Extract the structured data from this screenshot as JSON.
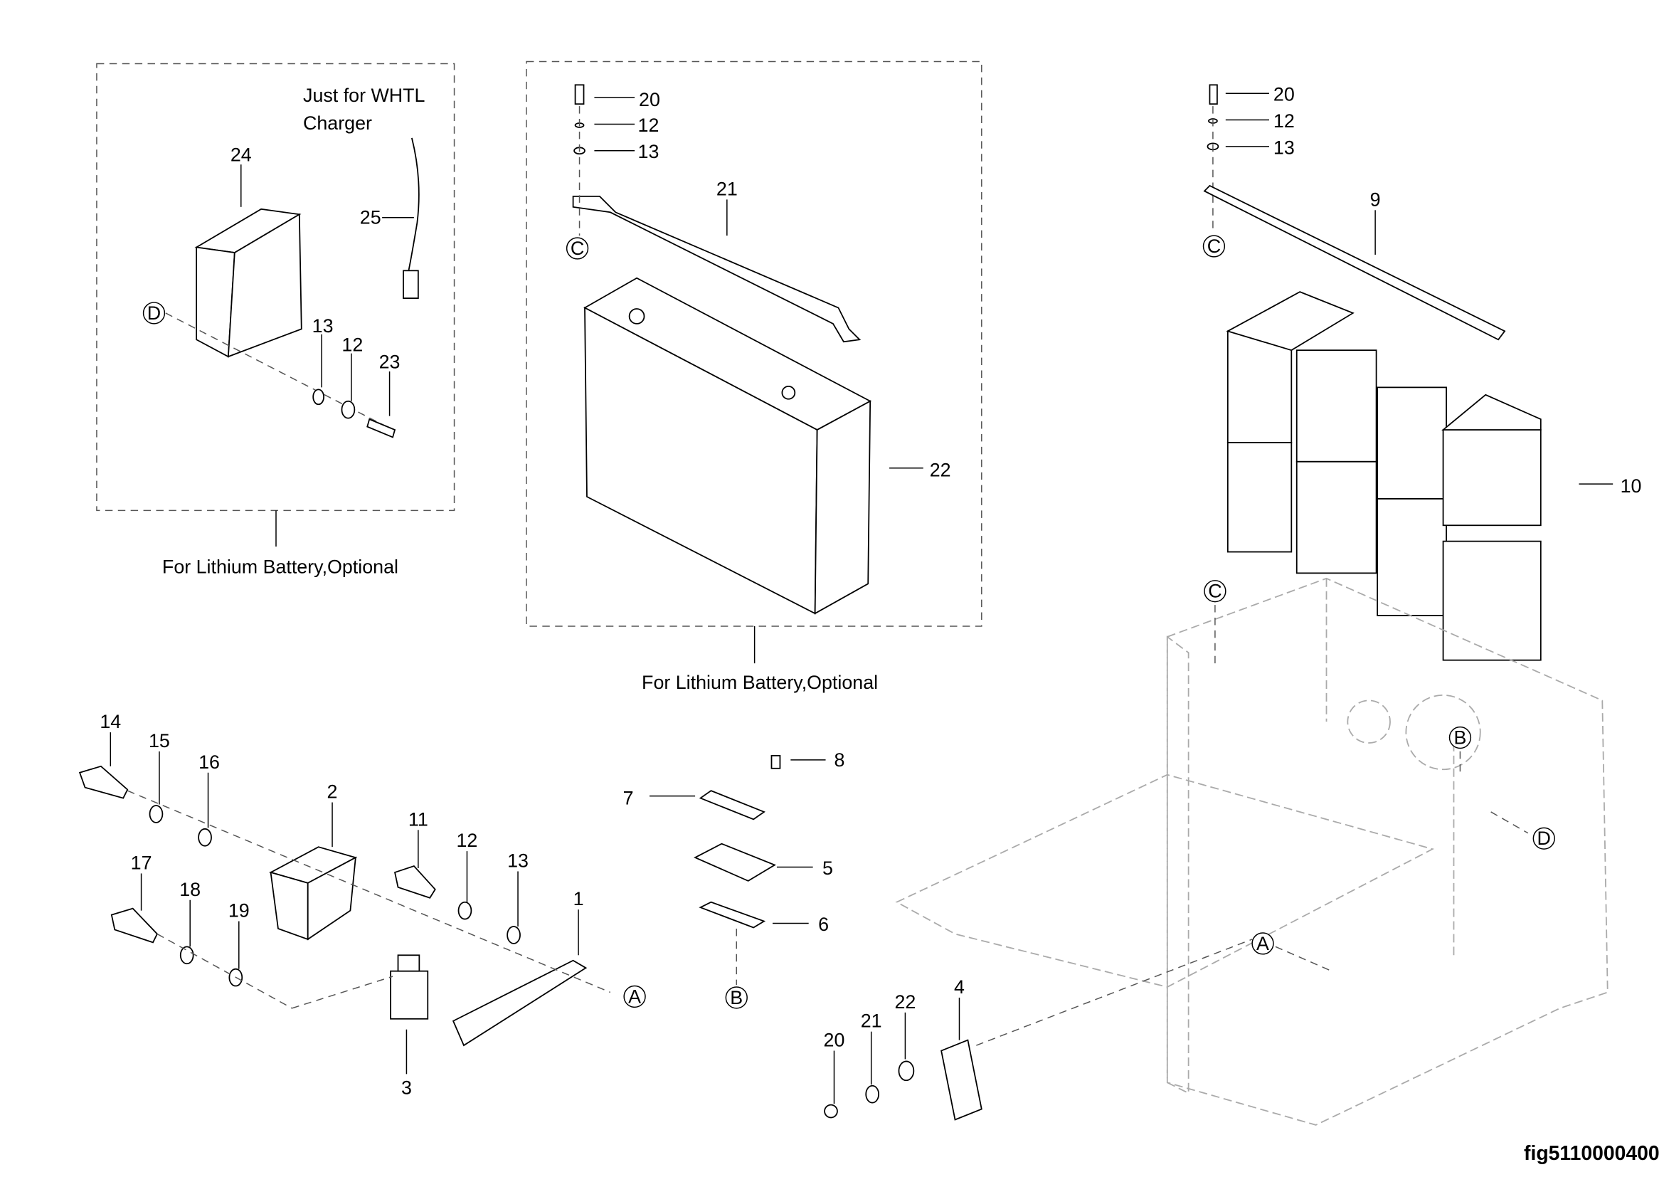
{
  "figure_id": "fig5110000400",
  "groups": {
    "charger_group": {
      "note_line1": "Just for WHTL",
      "note_line2": "Charger",
      "caption": "For Lithium Battery,Optional"
    },
    "lithium_battery_group": {
      "caption": "For Lithium Battery,Optional"
    }
  },
  "callouts": {
    "c24": "24",
    "c25": "25",
    "c13a": "13",
    "c12a": "12",
    "c23": "23",
    "c20a": "20",
    "c12b": "12",
    "c13b": "13",
    "c21a": "21",
    "c22a": "22",
    "c20b": "20",
    "c12c": "12",
    "c13c": "13",
    "c9": "9",
    "c10": "10",
    "c14": "14",
    "c15": "15",
    "c16": "16",
    "c2": "2",
    "c11": "11",
    "c12d": "12",
    "c13d": "13",
    "c17": "17",
    "c18": "18",
    "c19": "19",
    "c1": "1",
    "c3": "3",
    "c8": "8",
    "c7": "7",
    "c5": "5",
    "c6": "6",
    "c4": "4",
    "c20c": "20",
    "c21b": "21",
    "c22b": "22"
  },
  "connection_markers": {
    "d1": "D",
    "c_mid": "C",
    "c_right": "C",
    "c_frame": "C",
    "b_frame": "B",
    "d_frame": "D",
    "a_frame": "A",
    "a_left": "A",
    "b_mid": "B"
  }
}
